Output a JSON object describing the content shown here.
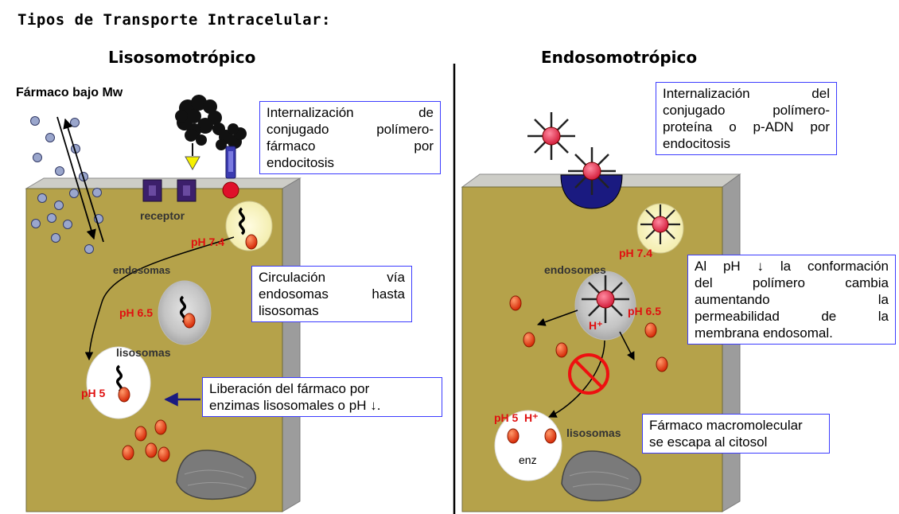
{
  "title": "Tipos de Transporte Intracelular:",
  "left": {
    "heading": "Lisosomotrópico",
    "drug_label": "Fármaco bajo Mw",
    "receptor": "receptor",
    "endosomas": "endosomas",
    "lisosomas": "lisosomas",
    "ph_74": "pH 7.4",
    "ph_65": "pH 6.5",
    "ph_5": "pH 5",
    "note1": [
      "Internalización de",
      "conjugado polímero-",
      "fármaco por",
      "endocitosis"
    ],
    "note2": [
      "Circulación vía",
      "endosomas hasta",
      "lisosomas"
    ],
    "note3": [
      "Liberación del fármaco por",
      "enzimas lisosomales o pH ↓."
    ]
  },
  "right": {
    "heading": "Endosomotrópico",
    "endosomes": "endosomes",
    "lisosomas": "lisosomas",
    "ph_74": "pH 7.4",
    "ph_65": "pH 6.5",
    "ph_5": "pH 5",
    "h_plus": "H⁺",
    "enz": "enz",
    "note1": [
      "Internalización del",
      "conjugado polímero-",
      "proteína o p-ADN por",
      "endocitosis"
    ],
    "note2": [
      "Al pH ↓ la conformación",
      "del polímero cambia",
      "aumentando la",
      "permeabilidad de la",
      "membrana endosomal."
    ],
    "note3": [
      "Fármaco macromolecular",
      "se escapa al citosol"
    ]
  },
  "colors": {
    "cell": "#b5a24a",
    "cell_top": "#cdcdc7",
    "cell_side": "#9c9c9c",
    "drug_red": "#e8401c",
    "blue_border": "#3c3cff",
    "receptor": "#3c1f6b",
    "navy": "#1a1a80"
  }
}
